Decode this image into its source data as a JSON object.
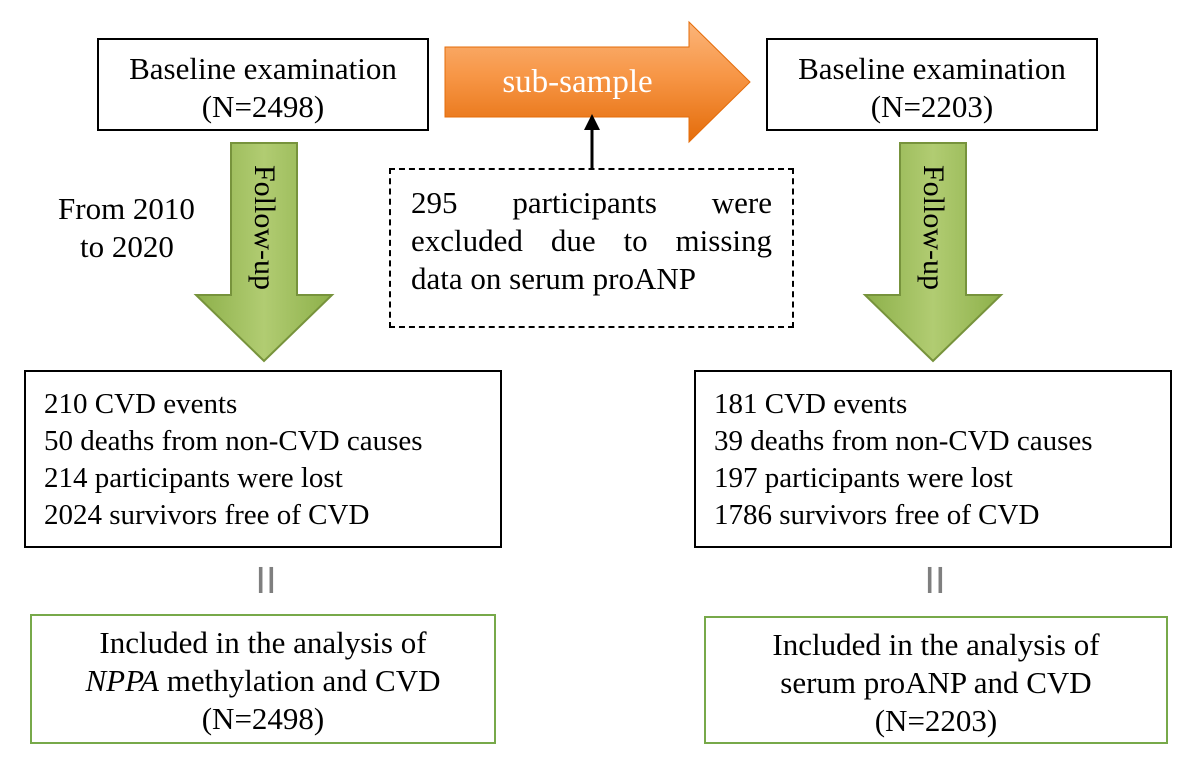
{
  "left": {
    "baseline_line1": "Baseline examination",
    "baseline_line2": "(N=2498)",
    "followup_label": "Follow-up",
    "period_line1": "From 2010",
    "period_line2": "to 2020",
    "outcomes": [
      "210 CVD events",
      "50 deaths from non-CVD causes",
      "214 participants were lost",
      "2024 survivors free of CVD"
    ],
    "equals": "II",
    "included_line1": "Included in the analysis of",
    "included_gene": "NPPA",
    "included_line2_rest": " methylation and CVD",
    "included_line3": "(N=2498)"
  },
  "middle": {
    "subsample_label": "sub-sample",
    "excluded_line1": "295 participants were",
    "excluded_line2": "excluded due to missing",
    "excluded_line3": "data on serum proANP"
  },
  "right": {
    "baseline_line1": "Baseline examination",
    "baseline_line2": "(N=2203)",
    "followup_label": "Follow-up",
    "outcomes": [
      "181 CVD events",
      "39 deaths from non-CVD causes",
      "197 participants were lost",
      "1786 survivors free of CVD"
    ],
    "equals": "II",
    "included_line1": "Included in the analysis of",
    "included_line2": "serum proANP and CVD",
    "included_line3": "(N=2203)"
  },
  "colors": {
    "followup_arrow_fill": "#9bbb59",
    "followup_arrow_stroke": "#77933c",
    "subsample_arrow_top": "#f79646",
    "subsample_arrow_bottom": "#e46c0a",
    "green_border": "#77a94a",
    "equals_color": "#7f7f7f"
  }
}
